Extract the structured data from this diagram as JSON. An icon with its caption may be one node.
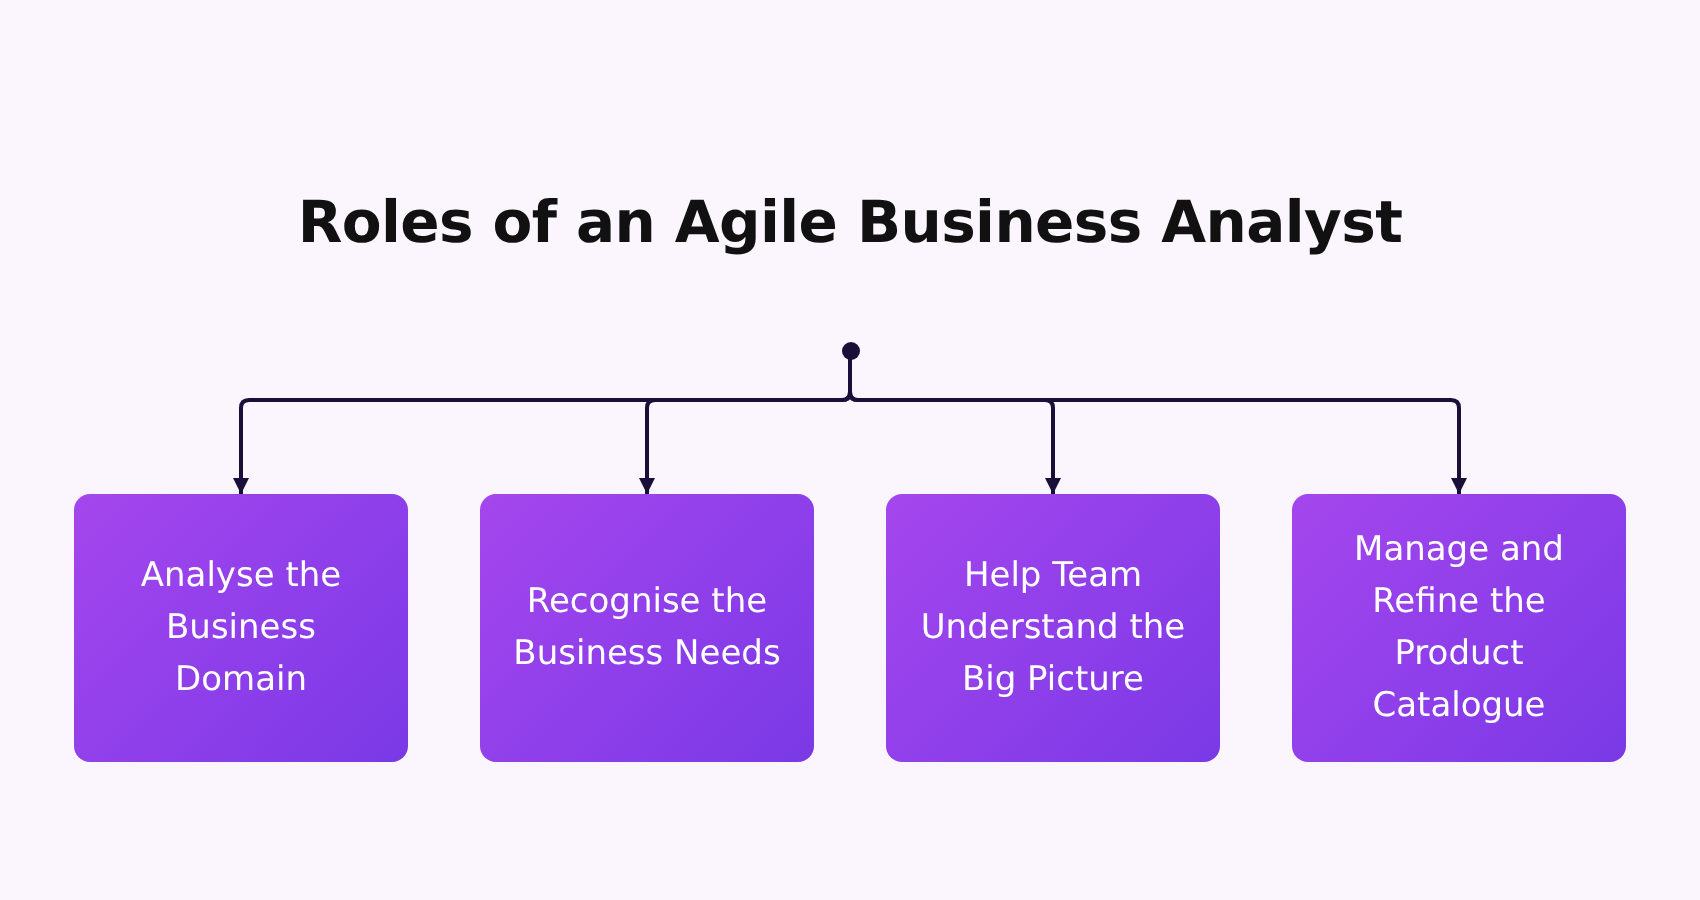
{
  "diagram": {
    "title": "Roles of an Agile Business Analyst",
    "nodes": [
      {
        "text": [],
        "shape": "circle"
      },
      {
        "text": [
          "Analyse the Business Domain"
        ]
      },
      {
        "text": [
          "Recognise the Business Needs"
        ]
      },
      {
        "text": [
          "Help Team Understand the Big Picture"
        ]
      },
      {
        "text": [
          "Manage and Refine the Product Catalogue"
        ]
      }
    ],
    "edges": [
      {
        "from": 0,
        "to": 1,
        "arrow": "to"
      },
      {
        "from": 0,
        "to": 2,
        "arrow": "to"
      },
      {
        "from": 0,
        "to": 3,
        "arrow": "to"
      },
      {
        "from": 0,
        "to": 4,
        "arrow": "to"
      }
    ]
  }
}
